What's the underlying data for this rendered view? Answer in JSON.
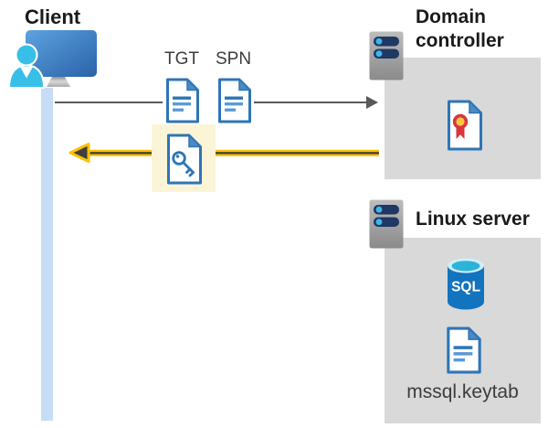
{
  "client": {
    "label": "Client"
  },
  "flow": {
    "tgt_label": "TGT",
    "spn_label": "SPN"
  },
  "domain_controller": {
    "label": "Domain controller"
  },
  "linux_server": {
    "label": "Linux server",
    "sql_icon_label": "SQL",
    "keytab_file_label": "mssql.keytab"
  },
  "icons": {
    "client": "person-at-computer-icon",
    "lifeline": "client-lifeline-bar",
    "request_arrow": "gray-right-arrow",
    "response_arrow": "yellow-left-arrow",
    "tgt": "document-icon",
    "spn": "document-icon",
    "key_ticket": "document-with-key-icon",
    "server_unit": "server-icon",
    "certificate": "certificate-document-icon",
    "database": "sql-database-cylinder-icon",
    "keytab": "document-icon"
  },
  "colors": {
    "doc_blue": "#2E75B6",
    "fold_blue": "#4A8BC2",
    "doc_line_light": "#5B9BD5",
    "person_cyan": "#38BFE8",
    "monitor_blue_light": "#5CA3E0",
    "monitor_blue_dark": "#2A62A8",
    "lifeline_blue": "#C6DCF7",
    "request_arrow_gray": "#595959",
    "response_arrow_yellow": "#FFC000",
    "response_arrow_dark": "#3F3F3F",
    "highlight_yellow": "#FBF4D6",
    "container_gray": "#D9D9D9",
    "server_body_gray": "#A9A9A9",
    "server_bar_navy": "#1F3864",
    "server_led_cyan": "#41B6E6",
    "certificate_red": "#D9363E",
    "certificate_gold": "#FFC83D",
    "sql_body_blue": "#1273BE",
    "sql_top_cyan": "#2EB3D8"
  }
}
